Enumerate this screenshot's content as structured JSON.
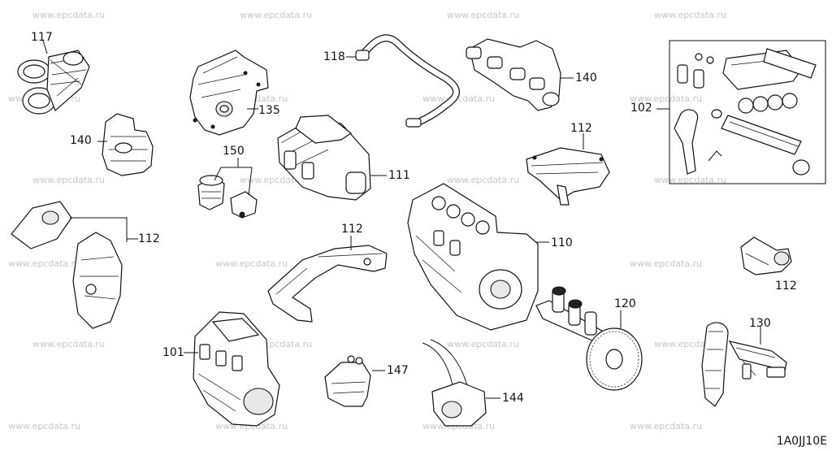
{
  "watermark": "www.epcdata.ru",
  "diagram_code": "1A0JJ10E",
  "refs": {
    "r117": "117",
    "r118": "118",
    "r140a": "140",
    "r135": "135",
    "r140b": "140",
    "r150": "150",
    "r111": "111",
    "r112a": "112",
    "r102": "102",
    "r112b": "112",
    "r112c": "112",
    "r110": "110",
    "r112d": "112",
    "r120": "120",
    "r101": "101",
    "r147": "147",
    "r144": "144",
    "r130": "130"
  }
}
